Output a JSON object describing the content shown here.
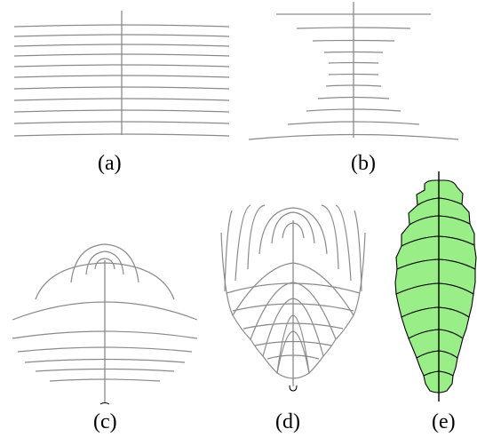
{
  "panels": [
    {
      "id": "a",
      "caption": "(a)"
    },
    {
      "id": "b",
      "caption": "(b)"
    },
    {
      "id": "c",
      "caption": "(c)"
    },
    {
      "id": "d",
      "caption": "(d)"
    },
    {
      "id": "e",
      "caption": "(e)"
    }
  ],
  "colors": {
    "contour_line": "#8a8a8a",
    "leaf_fill": "#99ee88",
    "leaf_outline": "#000000",
    "midrib_dark": "#000000",
    "leaf_tip": "#66cc55"
  }
}
